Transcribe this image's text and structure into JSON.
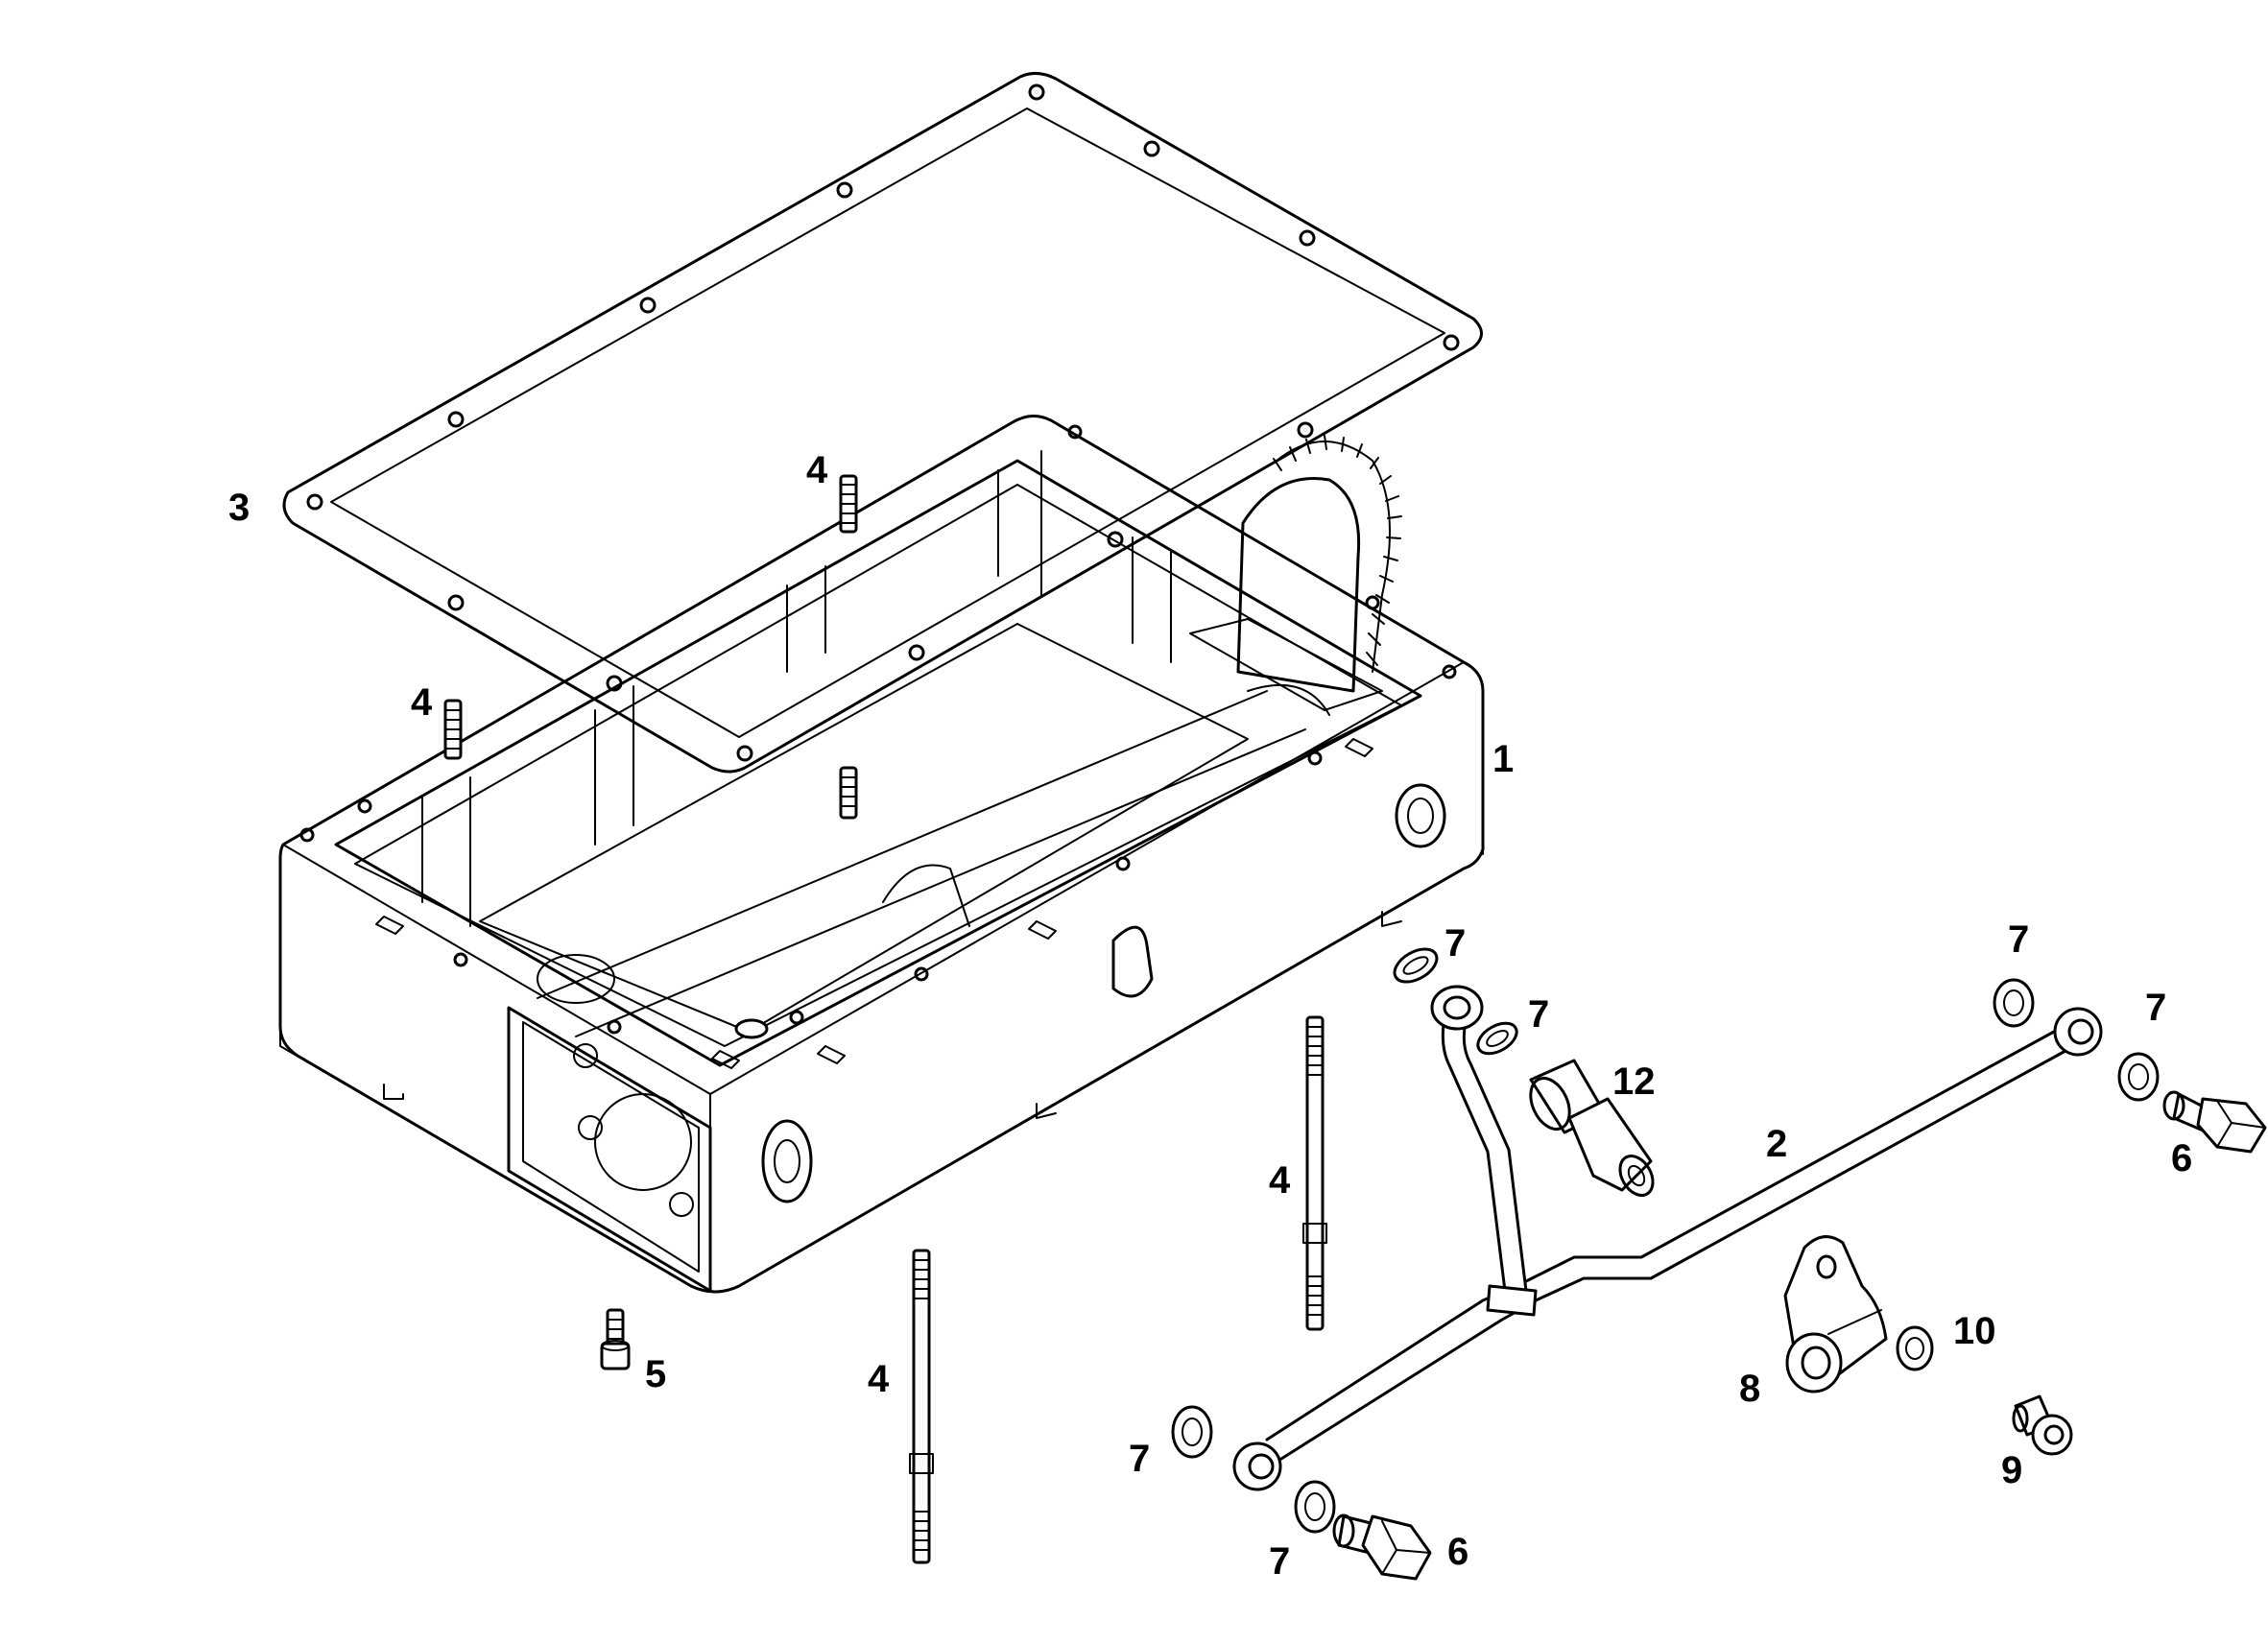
{
  "callouts": {
    "c1": "1",
    "c2": "2",
    "c3": "3",
    "c4a": "4",
    "c4b": "4",
    "c4c": "4",
    "c4d": "4",
    "c5": "5",
    "c6a": "6",
    "c6b": "6",
    "c7a": "7",
    "c7b": "7",
    "c7c": "7",
    "c7d": "7",
    "c7e": "7",
    "c7f": "7",
    "c8": "8",
    "c9": "9",
    "c10": "10",
    "c12": "12"
  }
}
